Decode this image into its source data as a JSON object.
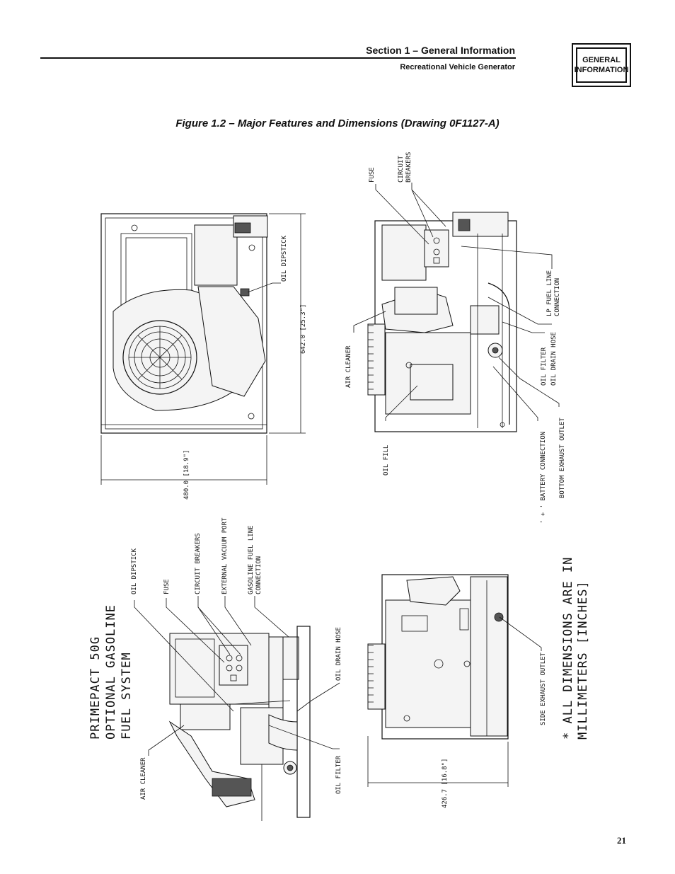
{
  "header": {
    "section_title": "Section 1 – General Information",
    "subtitle": "Recreational Vehicle Generator"
  },
  "tab": {
    "line1": "GENERAL",
    "line2": "INFORMATION"
  },
  "figure": {
    "caption": "Figure 1.2 – Major Features and Dimensions (Drawing 0F1127-A)"
  },
  "drawing": {
    "top_left_view": {
      "oil_dipstick": "OIL DIPSTICK",
      "dim_height": "642.0   [25.3\"]",
      "dim_width": "480.0   [18.9\"]"
    },
    "top_right_view": {
      "fuse": "FUSE",
      "circuit_breakers_1": "CIRCUIT",
      "circuit_breakers_2": "BREAKERS",
      "lp_fuel_1": "LP FUEL LINE",
      "lp_fuel_2": "CONNECTION",
      "air_cleaner": "AIR CLEANER",
      "oil_filter": "OIL FILTER",
      "oil_drain_hose": "OIL DRAIN HOSE",
      "oil_fill": "OIL FILL",
      "battery_connection": "' + ' BATTERY CONNECTION",
      "bottom_exhaust": "BOTTOM EXHAUST OUTLET"
    },
    "bottom_left_view": {
      "title_1": "PRIMEPACT 50G",
      "title_2": "OPTIONAL GASOLINE",
      "title_3": "FUEL SYSTEM",
      "oil_dipstick": "OIL DIPSTICK",
      "fuse": "FUSE",
      "circuit_breakers": "CIRCUIT BREAKERS",
      "external_vacuum": "EXTERNAL VACUUM PORT",
      "gasoline_fuel_1": "GASOLINE FUEL LINE",
      "gasoline_fuel_2": "CONNECTION",
      "oil_drain_hose": "OIL DRAIN HOSE",
      "air_cleaner": "AIR CLEANER",
      "oil_filter": "OIL FILTER"
    },
    "bottom_right_view": {
      "side_exhaust": "SIDE EXHAUST OUTLET",
      "dim_depth": "426.7   [16.8\"]",
      "note_1": "* ALL DIMENSIONS ARE IN",
      "note_2": "MILLIMETERS [INCHES]"
    }
  },
  "footer": {
    "page_number": "21"
  }
}
